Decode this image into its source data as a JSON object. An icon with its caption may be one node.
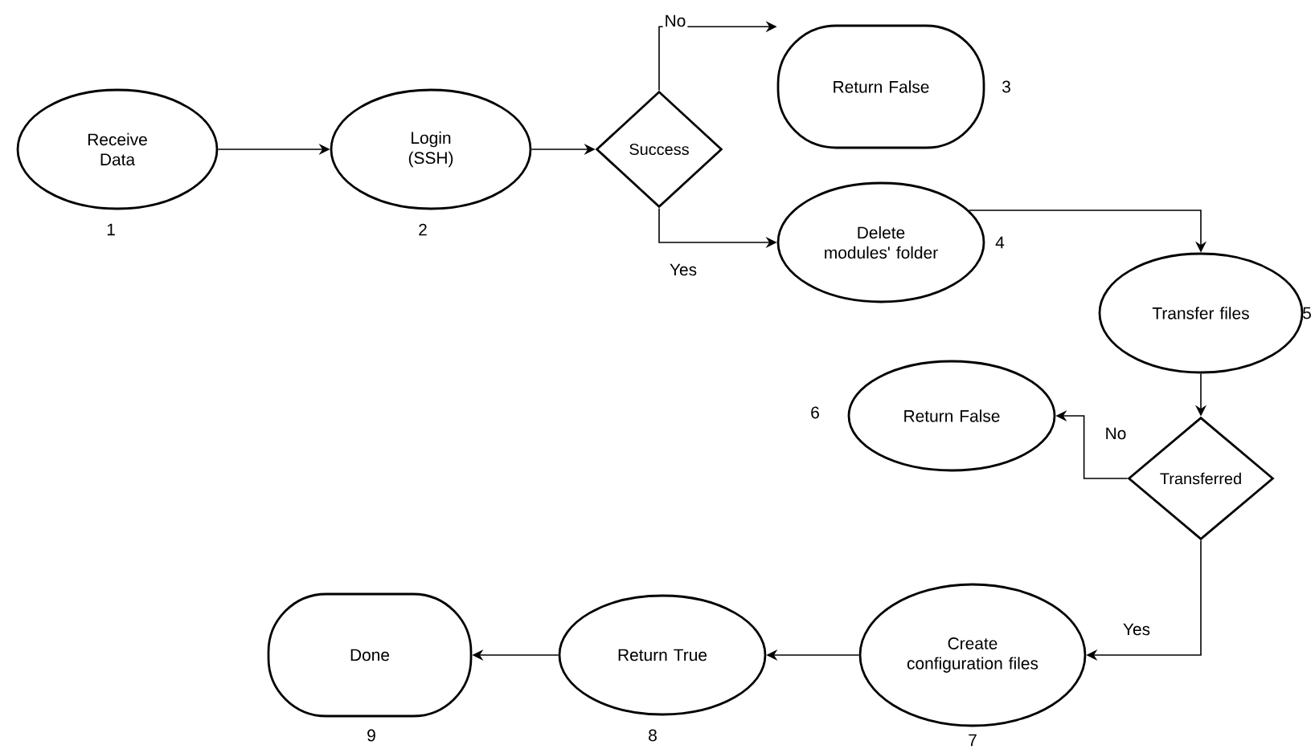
{
  "diagram": {
    "nodes": [
      {
        "text": [
          "Receive Data"
        ],
        "beside": [
          "1"
        ]
      },
      {
        "text": [
          "Login (SSH)"
        ],
        "beside": [
          "2"
        ]
      },
      {
        "text": [
          "Success"
        ]
      },
      {
        "text": [
          "Return False"
        ],
        "beside": [
          "3"
        ]
      },
      {
        "text": [
          "Delete modules' folder"
        ],
        "beside": [
          "4"
        ]
      },
      {
        "text": [
          "Transfer files"
        ],
        "beside": [
          "5"
        ]
      },
      {
        "text": [
          "Return False"
        ],
        "beside": [
          "6"
        ]
      },
      {
        "text": [
          "Transferred"
        ]
      },
      {
        "text": [
          "Create configuration files"
        ],
        "beside": [
          "7"
        ]
      },
      {
        "text": [
          "Return True"
        ],
        "beside": [
          "8"
        ]
      },
      {
        "text": [
          "Done"
        ],
        "beside": [
          "9"
        ]
      }
    ],
    "edges": [
      {
        "from": 0,
        "to": 1,
        "arrow": "to"
      },
      {
        "from": 1,
        "to": 2,
        "arrow": "to"
      },
      {
        "from": 2,
        "to": 3,
        "arrow": "to",
        "label": "No"
      },
      {
        "from": 2,
        "to": 4,
        "arrow": "to",
        "label": "Yes"
      },
      {
        "from": 4,
        "to": 5,
        "arrow": "to"
      },
      {
        "from": 5,
        "to": 7,
        "arrow": "to"
      },
      {
        "from": 7,
        "to": 6,
        "arrow": "to",
        "label": "No"
      },
      {
        "from": 7,
        "to": 8,
        "arrow": "to",
        "label": "Yes"
      },
      {
        "from": 8,
        "to": 9,
        "arrow": "to"
      },
      {
        "from": 9,
        "to": 10,
        "arrow": "to"
      }
    ]
  }
}
